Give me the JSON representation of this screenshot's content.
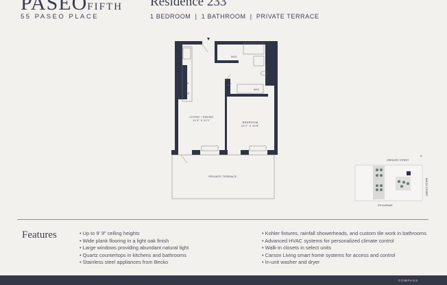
{
  "header": {
    "brand": "PASEO",
    "brand_suffix": "FIFTH",
    "address": "55 PASEO PLACE",
    "residence": "Residence 233",
    "specs": "1 BEDROOM  |  1 BATHROOM  |  PRIVATE TERRACE"
  },
  "floorplan": {
    "living": {
      "name": "LIVING / DINING",
      "dims": "11'3\" X 11'1\""
    },
    "bedroom": {
      "name": "BEDROOM",
      "dims": "12'1\" X 10'9\""
    },
    "wic": "WIC",
    "wd": "W/D",
    "dw": "DW",
    "ref": "REF",
    "terrace": "PRIVATE TERRACE"
  },
  "sitemap": {
    "north": "N",
    "street_top": "GREGORY STREET",
    "street_right": "BALTIC STREET",
    "street_bottom": "5TH AVENUE"
  },
  "features": {
    "title": "Features",
    "left": [
      "Up to 9' 9\" ceiling heights",
      "Wide plank flooring in a light oak finish",
      "Large windows providing abundant natural light",
      "Quartz countertops in kitchens and bathrooms",
      "Stainless steel appliances from Becko"
    ],
    "right": [
      "Kohler fixtures, rainfall showerheads, and custom tile work in bathrooms",
      "Advanced HVAC systems for personalized climate control",
      "Walk-in closets in select units",
      "Carson Living smart home systems for access and control",
      "In-unit washer and dryer"
    ]
  },
  "footer": {
    "brand": "COMPASS"
  },
  "colors": {
    "wall": "#2f3346",
    "background": "#f3f1ee",
    "footer": "#353846"
  }
}
